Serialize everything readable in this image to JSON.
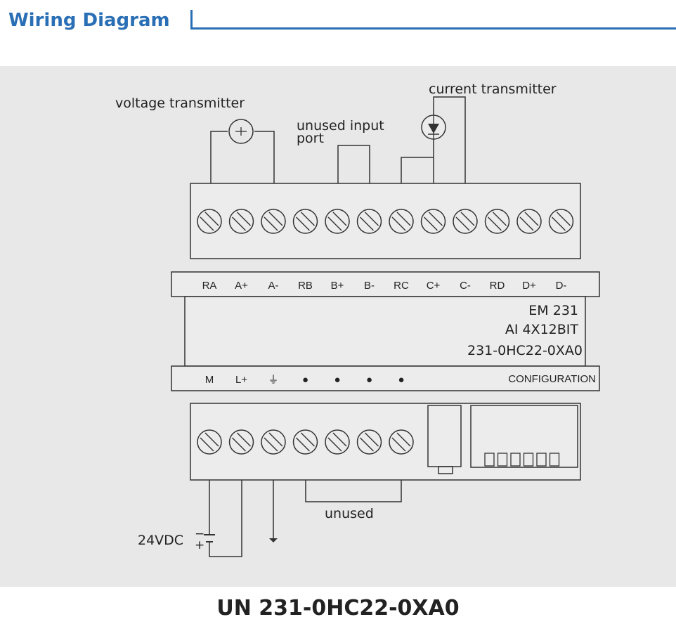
{
  "header": {
    "title": "Wiring Diagram",
    "accent_color": "#2a6fb5"
  },
  "diagram": {
    "background_color": "#e8e8e8",
    "labels": {
      "voltage_transmitter": "voltage transmitter",
      "unused_input_port_line1": "unused input",
      "unused_input_port_line2": "port",
      "current_transmitter": "current transmitter",
      "unused": "unused",
      "supply_voltage": "24VDC",
      "supply_minus": "−",
      "supply_plus": "+"
    },
    "top_terminals": [
      "RA",
      "A+",
      "A-",
      "RB",
      "B+",
      "B-",
      "RC",
      "C+",
      "C-",
      "RD",
      "D+",
      "D-"
    ],
    "bottom_terminals": [
      "M",
      "L+",
      "⏚",
      "●",
      "●",
      "●",
      "●"
    ],
    "configuration_label": "CONFIGURATION",
    "module": {
      "name": "EM  231",
      "spec": "AI 4X12BIT",
      "part_number": "231-0HC22-0XA0"
    }
  },
  "footer": {
    "model": "UN 231-0HC22-0XA0"
  }
}
